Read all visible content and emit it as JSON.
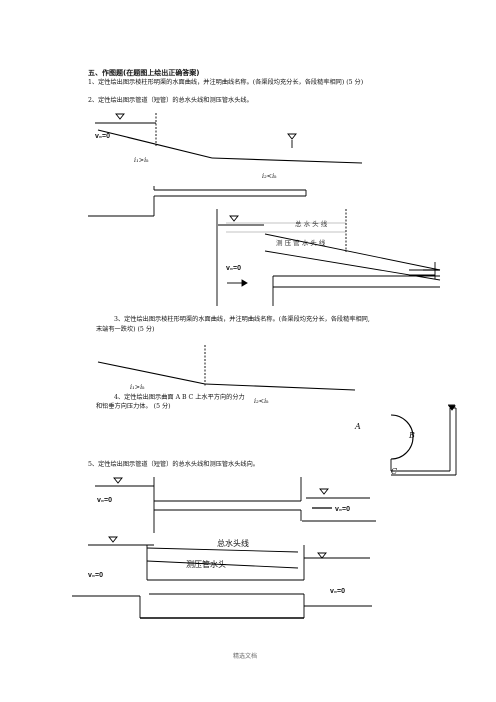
{
  "section_title": "五、作图题(在题图上绘出正确答案)",
  "q1": "1、定性绘出图示棱柱形明渠的水面曲线，并注明曲线名称。(各渠段均充分长，各段糙率相同)    (5 分)",
  "q2": "2、定性绘出图示管道（短管）的总水头线和测压管水头线。",
  "fig1": {
    "v0": "v₀=0",
    "i1": "i₁>iₖ",
    "i2": "i₂<iₖ"
  },
  "fig2": {
    "total_head": "总 水 头 线",
    "piezo_head": "测 压 管 水 头 线",
    "v0": "v₀=0"
  },
  "q3_line1": "3、定性绘出图示棱柱形明渠的水面曲线，并注明曲线名称。(各渠段均充分长，各段糙率相同,",
  "q3_line2": "末端有一跌坎)    (5 分)",
  "fig3": {
    "i1": "i₁>iₖ",
    "i2": "i₂<iₖ"
  },
  "q4_line1": "4、定性绘出图示曲面 A B C 上水平方向的分力",
  "q4_line2": "和铅垂方向压力体。    (5 分)",
  "fig4": {
    "a": "A",
    "b": "B",
    "c": "C"
  },
  "q5": "5、定性绘出图示管道（短管）的总水头线和测压管水头线向。",
  "fig5": {
    "v0_upper_left": "v₀=0",
    "v0_upper_right": "v₀=0",
    "total_head": "总水头线",
    "piezo_head": "测压管水头",
    "v0_lower_left": "v₀=0",
    "v0_lower_right": "v₀=0"
  },
  "footer": "精选文档"
}
